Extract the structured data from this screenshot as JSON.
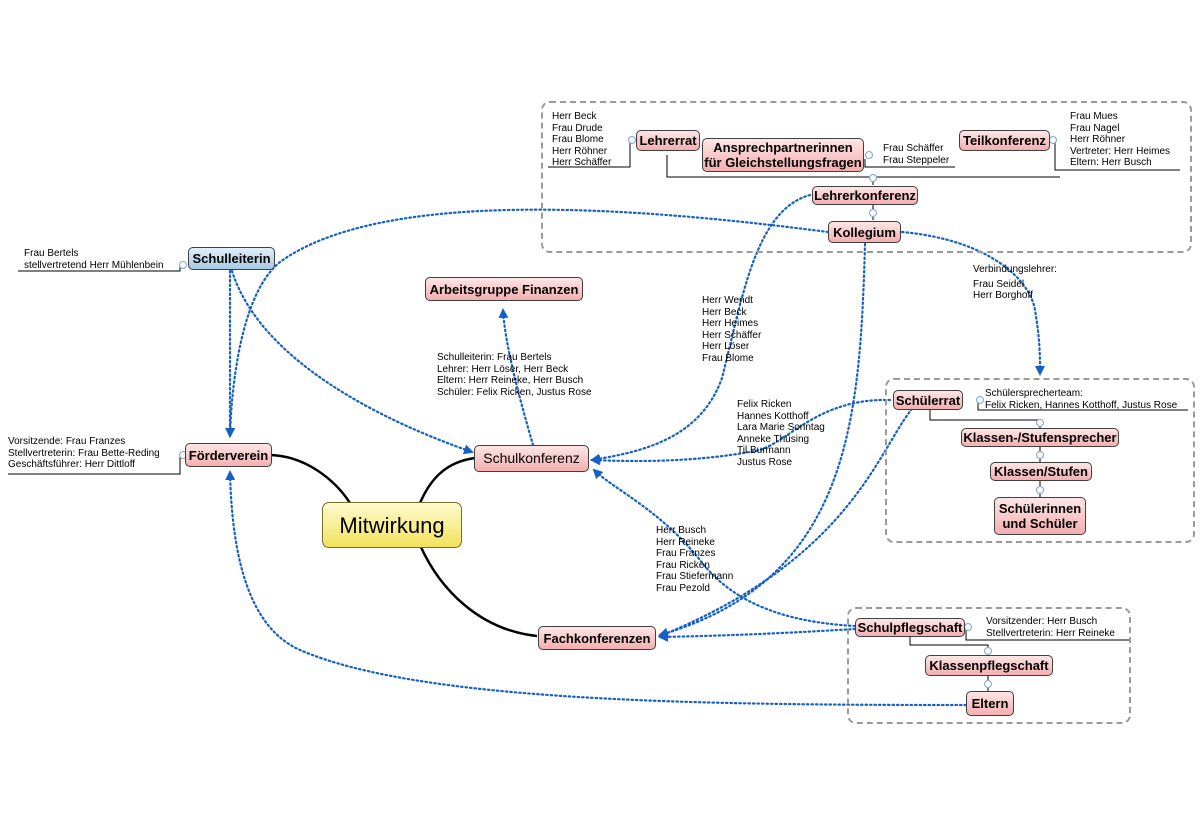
{
  "central": "Mitwirkung",
  "nodes": {
    "schulleiterin": "Schulleiterin",
    "foerderverein": "Förderverein",
    "schulkonferenz": "Schulkonferenz",
    "fachkonferenzen": "Fachkonferenzen",
    "arbeitsgruppe": "Arbeitsgruppe Finanzen",
    "lehrerrat": "Lehrerrat",
    "ansprechpartnerinnen": "Ansprechpartnerinnen für Gleichstellungsfragen",
    "teilkonferenz": "Teilkonferenz",
    "lehrerkonferenz": "Lehrerkonferenz",
    "kollegium": "Kollegium",
    "schuelerrat": "Schülerrat",
    "klassen_stufensprecher": "Klassen-/Stufensprecher",
    "klassen_stufen": "Klassen/Stufen",
    "schuelerinnen": "Schülerinnen und Schüler",
    "schulpflegschaft": "Schulpflegschaft",
    "klassenpflegschaft": "Klassenpflegschaft",
    "eltern": "Eltern"
  },
  "notes": {
    "schulleiterin": [
      "Frau Bertels",
      "stellvertretend Herr Mühlenbein"
    ],
    "foerderverein": [
      "Vorsitzende: Frau Franzes",
      "Stellvertreterin: Frau Bette-Reding",
      "Geschäftsführer: Herr Dittloff"
    ],
    "lehrerrat": [
      "Herr Beck",
      "Frau Drude",
      "Frau Blome",
      "Herr Röhner",
      "Herr Schäffer"
    ],
    "ansprechpartnerinnen": [
      "Frau Schäffer",
      "Frau Steppeler"
    ],
    "teilkonferenz": [
      "Frau Mues",
      "Frau Nagel",
      "Herr Röhner",
      "Vertreter: Herr Heimes",
      "Eltern: Herr Busch"
    ],
    "schulkonferenz_members": [
      "Schulleiterin: Frau Bertels",
      "Lehrer: Herr Löser, Herr Beck",
      "Eltern: Herr Reineke, Herr Busch",
      "Schüler: Felix Ricken, Justus Rose"
    ],
    "lehrer_to_schulkonferenz": [
      "Herr Wendt",
      "Herr Beck",
      "Herr Heimes",
      "Herr Schäffer",
      "Herr Löser",
      "Frau Blome"
    ],
    "verbindungslehrer": [
      "Verbindungslehrer:",
      "Frau Seidel",
      "Herr Borghoff"
    ],
    "schueler_to_schulkonferenz": [
      "Felix Ricken",
      "Hannes Kotthoff",
      "Lara Marie Sonntag",
      "Anneke Thüsing",
      "Til Burmann",
      "Justus Rose"
    ],
    "schuelersprecherteam": [
      "Schülersprecherteam:",
      "Felix Ricken, Hannes Kotthoff, Justus Rose"
    ],
    "eltern_to_schulkonferenz": [
      "Herr Busch",
      "Herr Reineke",
      "Frau Franzes",
      "Frau Ricken",
      "Frau Stiefermann",
      "Frau Pezold"
    ],
    "schulpflegschaft": [
      "Vorsitzender: Herr Busch",
      "Stellvertreterin: Herr Reineke"
    ]
  },
  "colors": {
    "connector": "#1560c8",
    "node_pink": "#f4aeb0",
    "node_blue": "#a5cbe4",
    "central_yellow": "#f2e25c",
    "group_border": "#9a9a9a"
  }
}
